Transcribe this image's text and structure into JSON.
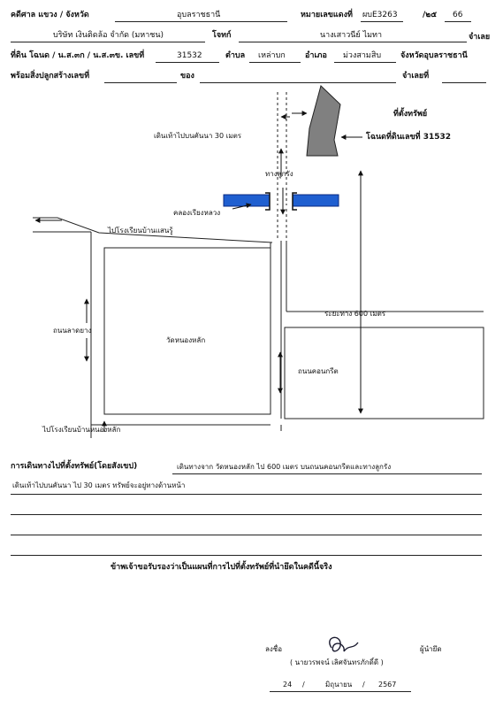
{
  "header": {
    "case_label": "คดีศาล แขวง / จังหวัด",
    "court": "อุบลราชธานี",
    "case_no_label": "หมายเลขแดงที่",
    "case_no": "ผบE3263",
    "year_prefix": "/๒๕",
    "year": "66",
    "plaintiff": "บริษัท เงินติดล้อ จำกัด (มหาชน)",
    "plaintiff_role": "โจทก์",
    "defendant": "นางเสาวนีย์ ไมทา",
    "defendant_role": "จำเลย",
    "land_label": "ที่ดิน โฉนด / น.ส.๓ก / น.ส.๓ข. เลขที่",
    "land_no": "31532",
    "subdistrict_label": "ตำบล",
    "subdistrict": "เหล่าบก",
    "district_label": "อำเภอ",
    "district": "ม่วงสามสิบ",
    "province_label": "จังหวัดอุบลราชธานี",
    "building_label": "พร้อมสิ่งปลูกสร้างเลขที่",
    "owner_label": "ของ",
    "defendant_no_label": "จำเลยที่"
  },
  "map": {
    "property_label": "ที่ตั้งทรัพย์",
    "deed_label": "โฉนดที่ดินเลขที่ 31532",
    "walk_label": "เดินเท้าไปบนคันนา 30 เมตร",
    "dirt_road": "ทางลูกรัง",
    "canal": "คลองเรียงหลวง",
    "school1": "ไปโรงเรียนบ้านแสนรู้",
    "asphalt_road": "ถนนลาดยาง",
    "temple": "วัดหนองหลัก",
    "distance": "ระยะทาง 600 เมตร",
    "concrete_road": "ถนนคอนกรีต",
    "school2": "ไปโรงเรียนบ้านหนองหลัก"
  },
  "route": {
    "label": "การเดินทางไปที่ตั้งทรัพย์(โดยสังเขป)",
    "line1": "เดินทางจาก วัดหนองหลัก ไป 600 เมตร บนถนนคอนกรีตและทางลูกรัง",
    "line2": "เดินเท้าไปบนคันนา ไป 30 เมตร ทรัพย์จะอยู่ทางด้านหน้า"
  },
  "certify": "ข้าพเจ้าขอรับรองว่าเป็นแผนที่การไปที่ตั้งทรัพย์ที่นำยึดในคดีนี้จริง",
  "signature": {
    "sign_label": "ลงชื่อ",
    "role": "ผู้นำยึด",
    "name": "( นายวรพจน์ เลิศจันทรภักดิ์ดี )",
    "day": "24",
    "month": "มิถุนายน",
    "year": "2567",
    "sep": "/"
  },
  "colors": {
    "canal": "#1f5fd0",
    "property": "#808080"
  }
}
